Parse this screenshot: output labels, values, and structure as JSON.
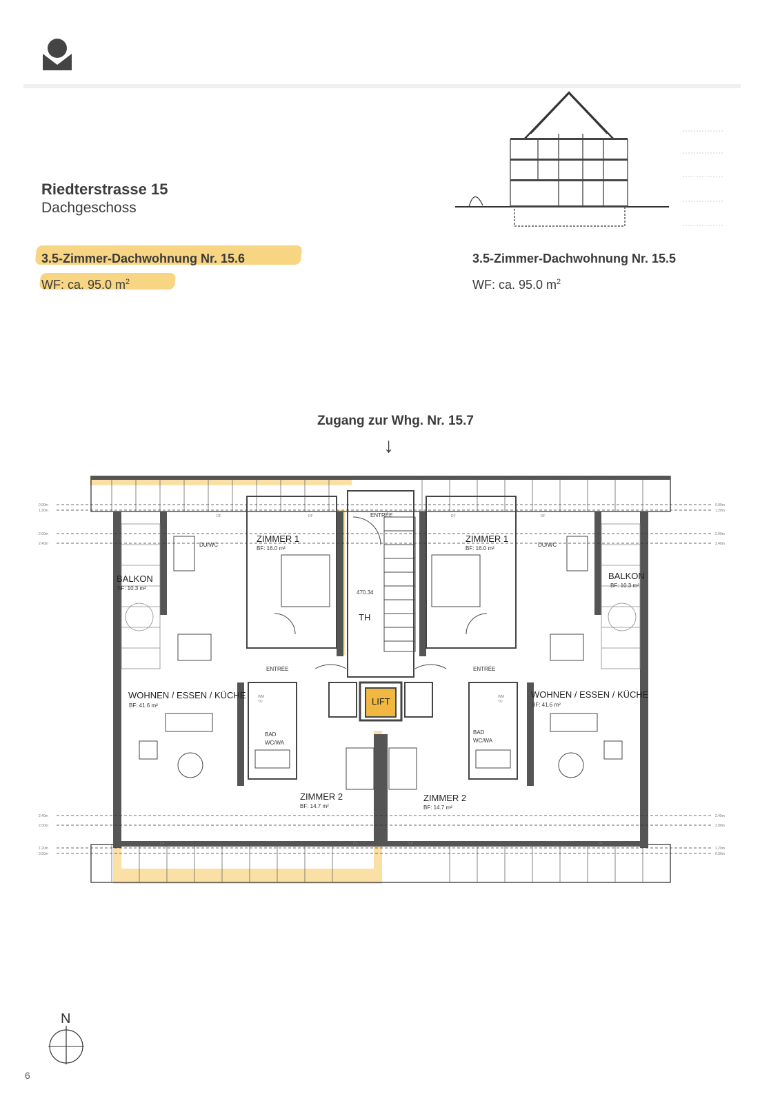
{
  "header": {
    "street": "Riedterstrasse 15",
    "floor": "Dachgeschoss"
  },
  "apartments": {
    "left": {
      "title": "3.5-Zimmer-Dachwohnung Nr. 15.6",
      "area": "WF: ca. 95.0 m",
      "area_sup": "2",
      "highlighted": true
    },
    "right": {
      "title": "3.5-Zimmer-Dachwohnung Nr. 15.5",
      "area": "WF: ca. 95.0 m",
      "area_sup": "2",
      "highlighted": false
    }
  },
  "access": {
    "label": "Zugang zur Whg. Nr. 15.7",
    "arrow": "↓"
  },
  "plan": {
    "rooms": {
      "zimmer1_left": {
        "label": "ZIMMER 1",
        "area": "BF: 16.0 m²"
      },
      "zimmer1_right": {
        "label": "ZIMMER 1",
        "area": "BF: 16.0 m²"
      },
      "du_wc": "DU/WC",
      "balkon_left": {
        "label": "BALKON",
        "area": "BF: 10.3 m²"
      },
      "balkon_right": {
        "label": "BALKON",
        "area": "BF: 10.3 m²"
      },
      "wohnen_left": {
        "label": "WOHNEN / ESSEN / KÜCHE",
        "area": "BF: 41.6 m²"
      },
      "wohnen_right": {
        "label": "WOHNEN / ESSEN / KÜCHE",
        "area": "BF: 41.6 m²"
      },
      "bad_line1": "BAD",
      "bad_line2": "WC/WA",
      "zimmer2_left": {
        "label": "ZIMMER 2",
        "area": "BF: 14.7 m²"
      },
      "zimmer2_right": {
        "label": "ZIMMER 2",
        "area": "BF: 14.7 m²"
      },
      "entree": "ENTRÉE",
      "lift": "LIFT",
      "th": "TH",
      "th_level": "470.34",
      "wm_line1": "WM",
      "wm_line2": "TU",
      "df": "DF"
    },
    "height_marks": [
      "0.90m",
      "1.20m",
      "2.00m",
      "2.40m"
    ]
  },
  "compass": {
    "label": "N"
  },
  "page_number": "6",
  "colors": {
    "highlight": "#f6c75a",
    "lift": "#f0b840",
    "wall": "#555555",
    "text": "#3a3a3a"
  }
}
